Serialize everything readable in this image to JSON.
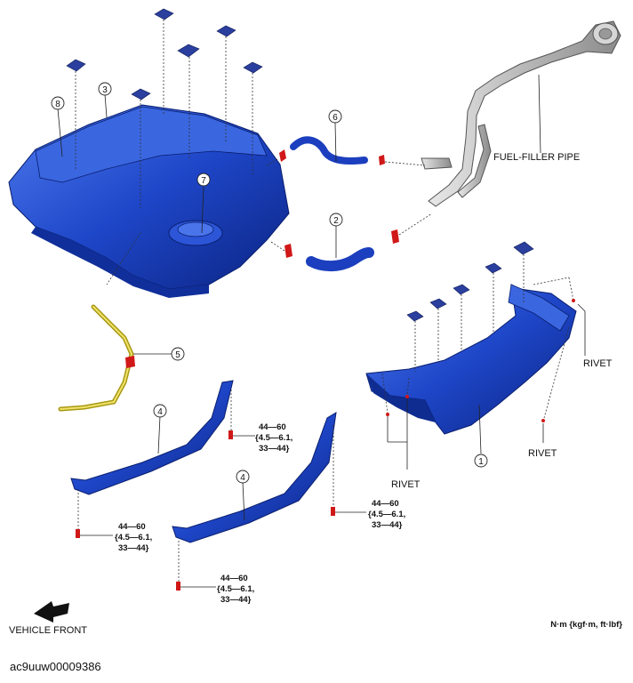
{
  "figure": {
    "code": "ac9uuw00009386",
    "callouts": [
      "1",
      "2",
      "3",
      "4",
      "4",
      "5",
      "6",
      "7",
      "8"
    ],
    "labels": {
      "fuel_filler_pipe": "FUEL-FILLER PIPE",
      "rivet": "RIVET",
      "vehicle_front": "VEHICLE FRONT",
      "unit": "N·m {kgf·m, ft·lbf}"
    },
    "torque": {
      "line1": "44—60",
      "line2": "{4.5—6.1,",
      "line3": "33—44}"
    },
    "colors": {
      "part_blue": "#1e46c8",
      "pipe_gray": "#b8b8b8",
      "fastener_red": "#d01818",
      "breather_yellow": "#d4c420"
    }
  }
}
